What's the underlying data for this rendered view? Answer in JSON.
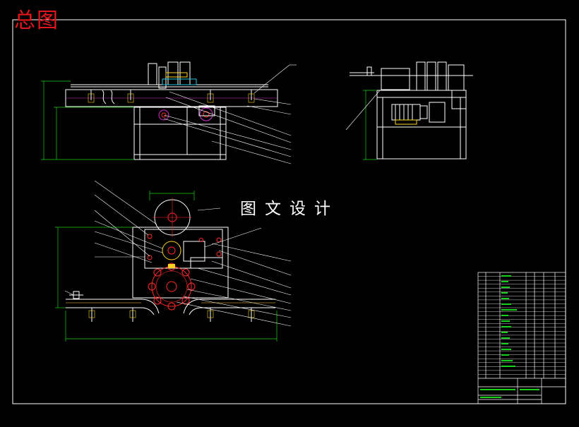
{
  "drawing": {
    "title": "总图",
    "watermark": "图文设计"
  },
  "colors": {
    "background": "#000000",
    "frame": "#ffffff",
    "title": "#e2161c",
    "outline": "#ffffff",
    "accent_red": "#ff2a2a",
    "accent_yellow": "#ffd21f",
    "accent_green": "#19d119",
    "accent_magenta": "#d030d0",
    "accent_cyan": "#20c8e0"
  },
  "views": [
    {
      "name": "front-view"
    },
    {
      "name": "side-view"
    },
    {
      "name": "top-view"
    }
  ],
  "title_block": {
    "parts_list_rows": 27
  }
}
